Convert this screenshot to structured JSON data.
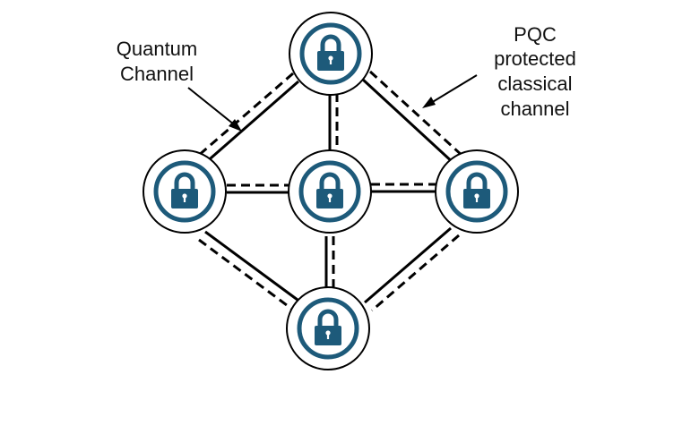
{
  "diagram": {
    "labels": {
      "quantum_line1": "Quantum",
      "quantum_line2": "Channel",
      "pqc_line1": "PQC",
      "pqc_line2": "protected",
      "pqc_line3": "classical",
      "pqc_line4": "channel"
    },
    "nodes": [
      {
        "id": "top",
        "icon": "lock-icon"
      },
      {
        "id": "left",
        "icon": "lock-icon"
      },
      {
        "id": "center",
        "icon": "lock-icon"
      },
      {
        "id": "right",
        "icon": "lock-icon"
      },
      {
        "id": "bottom",
        "icon": "lock-icon"
      }
    ],
    "edges": [
      {
        "from": "top",
        "to": "left",
        "channels": [
          "quantum",
          "classical"
        ]
      },
      {
        "from": "top",
        "to": "right",
        "channels": [
          "quantum",
          "classical"
        ]
      },
      {
        "from": "top",
        "to": "center",
        "channels": [
          "quantum",
          "classical"
        ]
      },
      {
        "from": "left",
        "to": "center",
        "channels": [
          "quantum",
          "classical"
        ]
      },
      {
        "from": "center",
        "to": "right",
        "channels": [
          "quantum",
          "classical"
        ]
      },
      {
        "from": "left",
        "to": "bottom",
        "channels": [
          "quantum",
          "classical"
        ]
      },
      {
        "from": "right",
        "to": "bottom",
        "channels": [
          "quantum",
          "classical"
        ]
      },
      {
        "from": "center",
        "to": "bottom",
        "channels": [
          "quantum",
          "classical"
        ]
      }
    ],
    "colors": {
      "lock": "#1d5a7a",
      "line": "#000000",
      "background": "#ffffff"
    }
  }
}
